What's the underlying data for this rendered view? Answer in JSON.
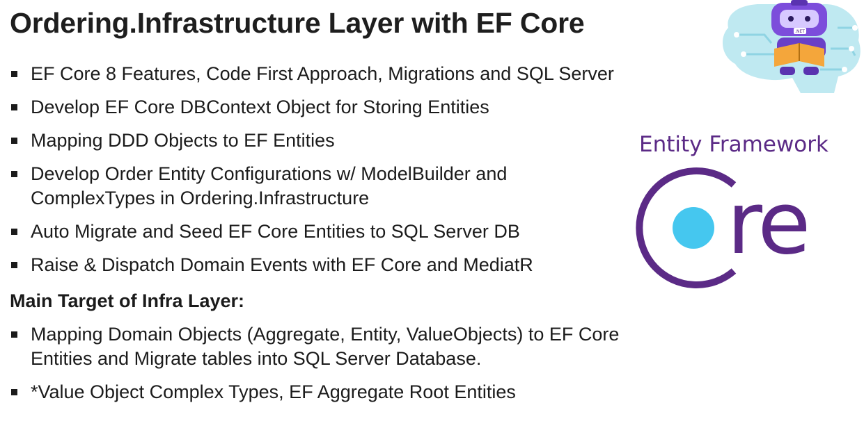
{
  "slide": {
    "title": "Ordering.Infrastructure Layer with EF Core",
    "features": [
      [
        "EF Core 8 Features, Code First Approach, Migrations and SQL Server"
      ],
      [
        "Develop EF Core DBContext Object for Storing Entities"
      ],
      [
        "Mapping DDD Objects to EF Entities"
      ],
      [
        "Develop Order Entity Configurations w/ ModelBuilder and",
        "ComplexTypes in Ordering.Infrastructure"
      ],
      [
        "Auto Migrate and Seed EF Core Entities to SQL Server DB"
      ],
      [
        "Raise & Dispatch Domain Events with EF Core and MediatR"
      ]
    ],
    "section_heading": "Main Target of Infra Layer:",
    "targets": [
      [
        "Mapping Domain Objects (Aggregate, Entity, ValueObjects) to EF Core",
        "Entities and Migrate tables into SQL Server Database."
      ],
      [
        "*Value Object Complex Types, EF Aggregate Root Entities"
      ]
    ]
  },
  "logo": {
    "caption": "Entity Framework",
    "wordmark_rest": "re",
    "ring_color": "#5b2a86",
    "dot_color": "#45c7ef"
  },
  "mascot": {
    "badge_text": ".NET"
  }
}
